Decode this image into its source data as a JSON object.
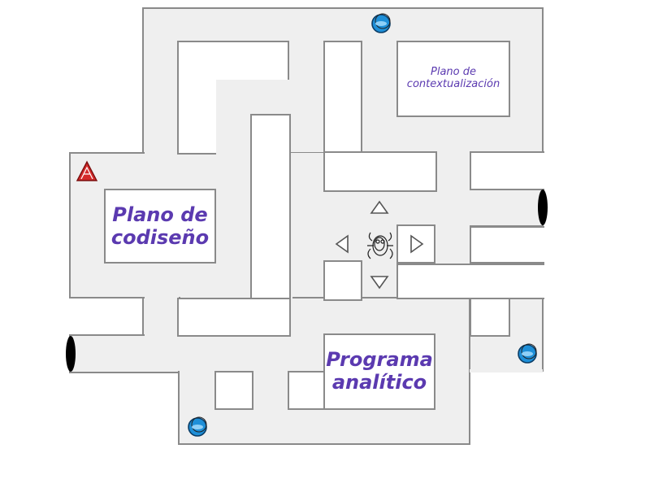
{
  "board": {
    "floor_color": "#efefef",
    "wall_color": "#8a8a8a",
    "accent_text_color": "#5b3ab0"
  },
  "labels": {
    "contextualizacion": "Plano de contextualización",
    "codiseno": "Plano de codiseño",
    "programa": "Programa analítico"
  },
  "controls": {
    "up": "arrow-up-icon",
    "down": "arrow-down-icon",
    "left": "arrow-left-icon",
    "right": "arrow-right-icon"
  },
  "pieces": {
    "player": {
      "icon": "scribble-spider-icon",
      "color": "#222222"
    },
    "enemy": {
      "icon": "red-triangle-icon",
      "color": "#d42a2a"
    },
    "coins": {
      "icon": "blue-coin-icon",
      "color": "#1e8fd8",
      "count": 3
    }
  }
}
